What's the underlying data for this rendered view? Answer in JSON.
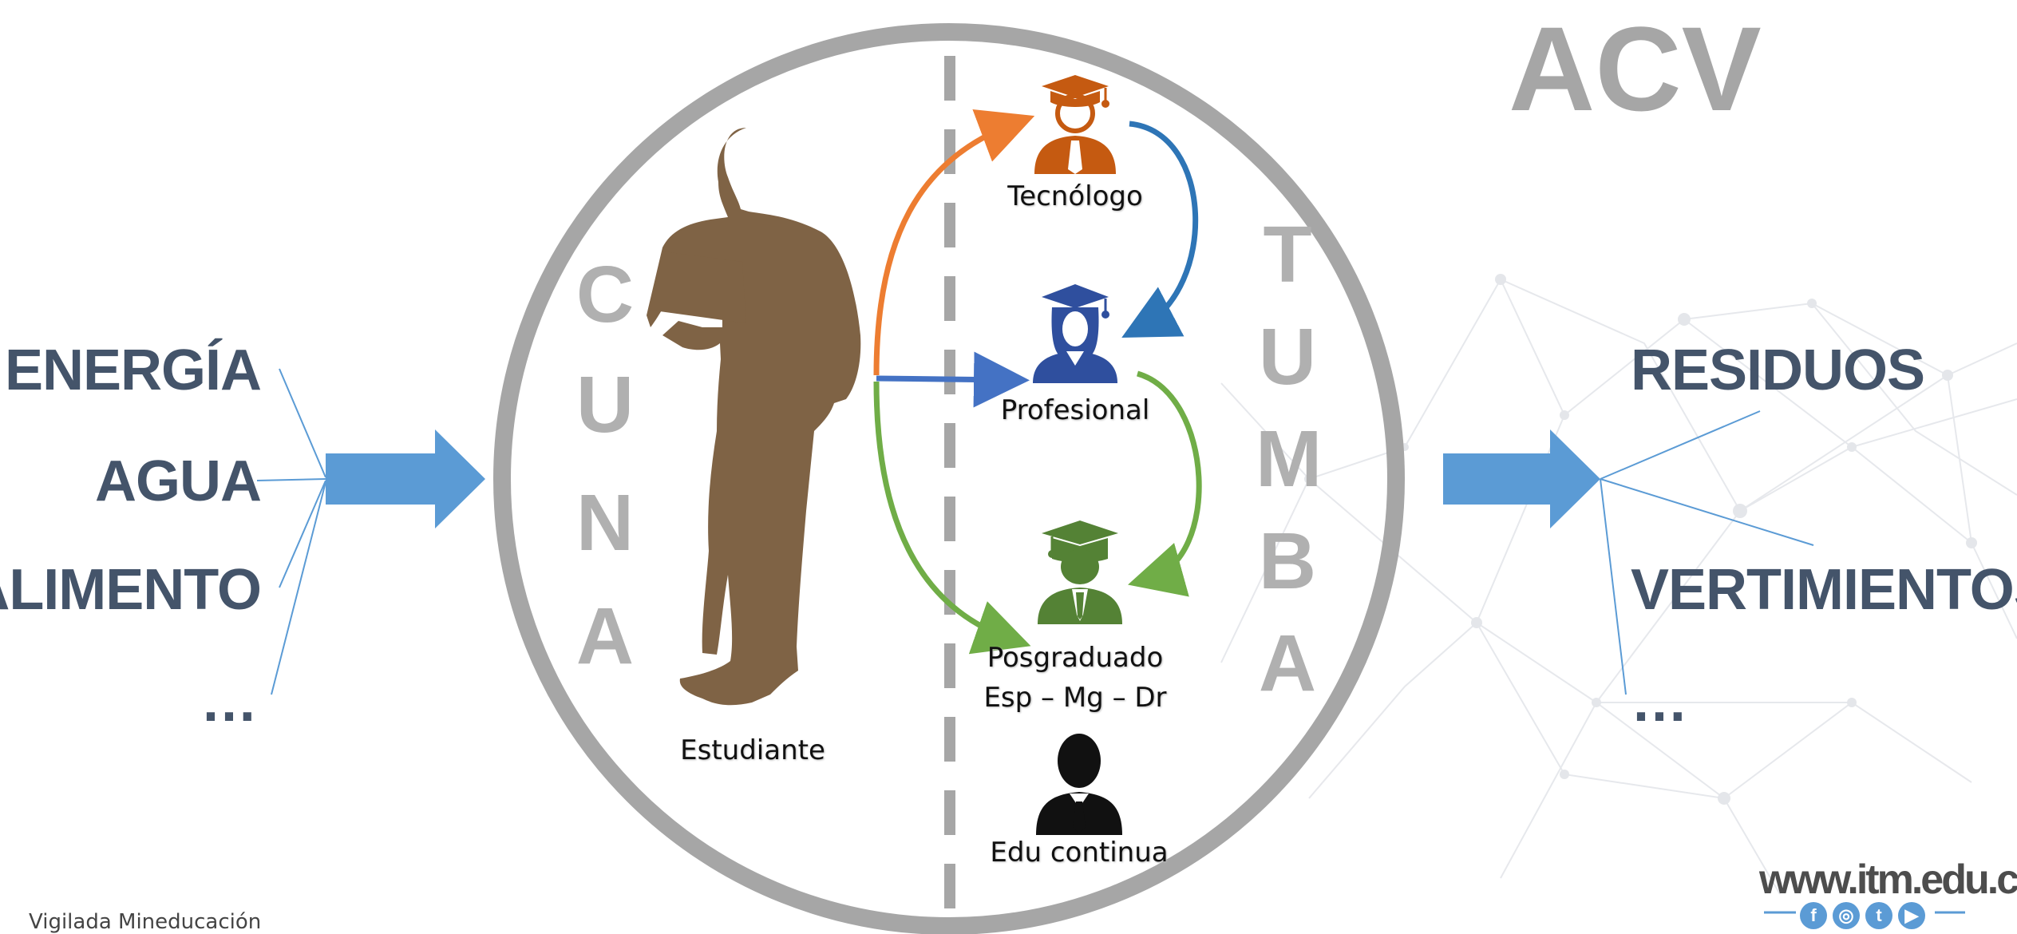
{
  "title": "ACV",
  "inputs": [
    "ENERGÍA",
    "AGUA",
    "ALIMENTO",
    "…"
  ],
  "outputs": [
    "RESIDUOS",
    "VERTIMIENTOS",
    "…"
  ],
  "cuna_letters": [
    "C",
    "U",
    "N",
    "A"
  ],
  "tumba_letters": [
    "T",
    "U",
    "M",
    "B",
    "A"
  ],
  "student_label": "Estudiante",
  "stages": {
    "tecnologo": "Tecnólogo",
    "profesional": "Profesional",
    "posgraduado": "Posgraduado",
    "posgraduado_sub": "Esp – Mg – Dr",
    "edu_continua": "Edu continua"
  },
  "footer": {
    "vigilada": "Vigilada Mineducación",
    "website": "www.itm.edu.co"
  },
  "colors": {
    "label_text": "#44546a",
    "big_arrow": "#5b9bd5",
    "circle": "#a6a6a6",
    "orange": "#ed7d31",
    "blue_arrow": "#2e75b6",
    "dark_blue": "#2f4f9e",
    "green": "#70ad47",
    "student": "#7f6345",
    "tecnologo_icon": "#c55a11",
    "posgrado_icon": "#548235"
  },
  "icons": [
    "graduate-tecnologo-icon",
    "graduate-profesional-icon",
    "graduate-posgrado-icon",
    "businessman-icon",
    "student-silhouette-icon",
    "facebook-icon",
    "instagram-icon",
    "twitter-icon",
    "youtube-icon"
  ]
}
